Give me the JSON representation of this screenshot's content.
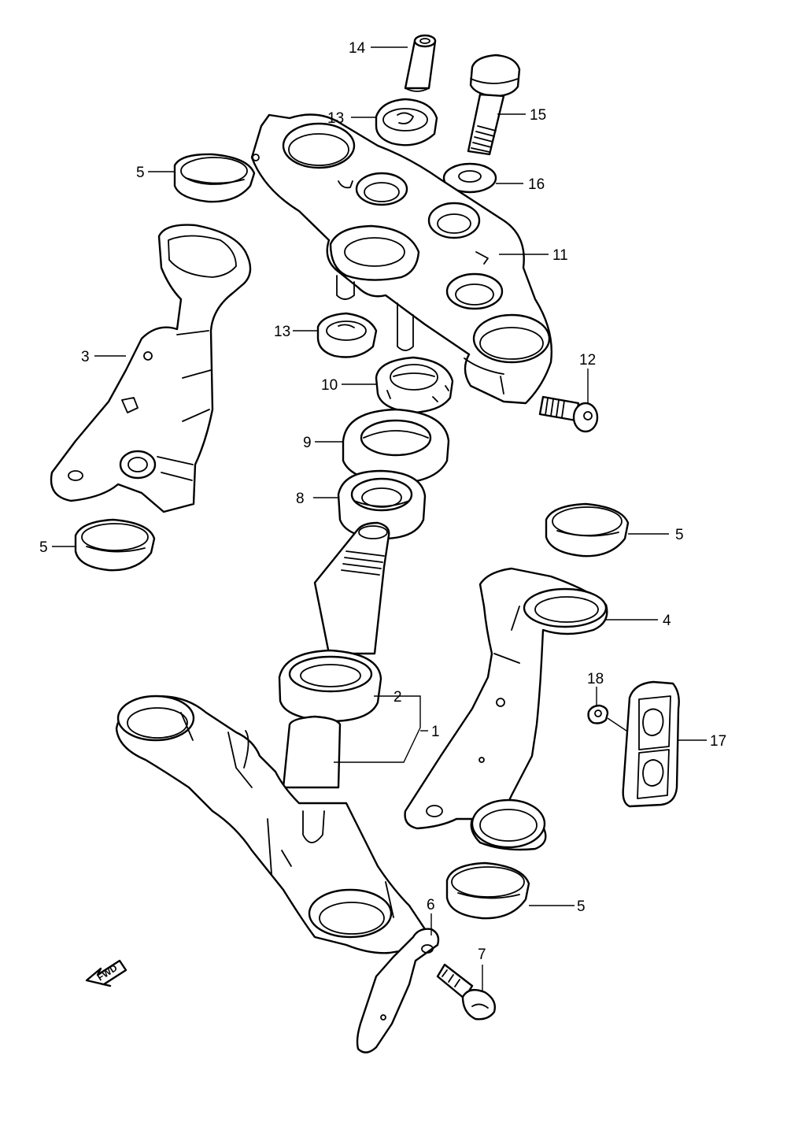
{
  "diagram": {
    "callouts": [
      {
        "id": "c14",
        "label": "14"
      },
      {
        "id": "c13a",
        "label": "13"
      },
      {
        "id": "c15",
        "label": "15"
      },
      {
        "id": "c5a",
        "label": "5"
      },
      {
        "id": "c16",
        "label": "16"
      },
      {
        "id": "c11",
        "label": "11"
      },
      {
        "id": "c13b",
        "label": "13"
      },
      {
        "id": "c3",
        "label": "3"
      },
      {
        "id": "c12",
        "label": "12"
      },
      {
        "id": "c10",
        "label": "10"
      },
      {
        "id": "c9",
        "label": "9"
      },
      {
        "id": "c8",
        "label": "8"
      },
      {
        "id": "c5b",
        "label": "5"
      },
      {
        "id": "c5c",
        "label": "5"
      },
      {
        "id": "c4",
        "label": "4"
      },
      {
        "id": "c18",
        "label": "18"
      },
      {
        "id": "c2",
        "label": "2"
      },
      {
        "id": "c1",
        "label": "1"
      },
      {
        "id": "c17",
        "label": "17"
      },
      {
        "id": "c5d",
        "label": "5"
      },
      {
        "id": "c6",
        "label": "6"
      },
      {
        "id": "c7",
        "label": "7"
      }
    ],
    "fwd_label": "FWD"
  }
}
